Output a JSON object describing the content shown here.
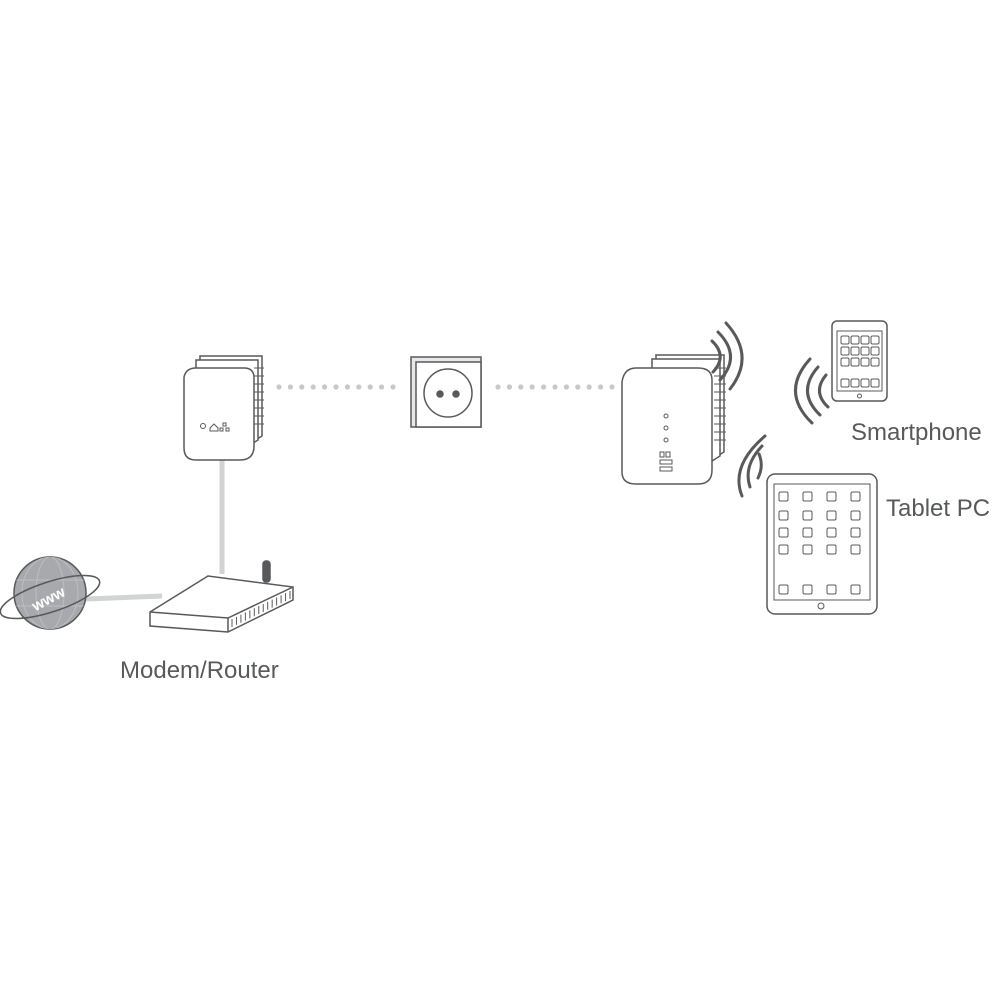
{
  "labels": {
    "modem_router": "Modem/Router",
    "smartphone": "Smartphone",
    "tablet": "Tablet PC",
    "globe": "www"
  },
  "colors": {
    "line": "#58595b",
    "cable": "#d1d3d4",
    "dots": "#c7c8ca",
    "globe_fill": "#a7a9ac",
    "text": "#58595b"
  },
  "icons": [
    "powerline-adapter-icon",
    "wall-socket-icon",
    "wifi-adapter-icon",
    "router-icon",
    "globe-icon",
    "smartphone-icon",
    "tablet-icon",
    "wifi-waves-icon"
  ]
}
